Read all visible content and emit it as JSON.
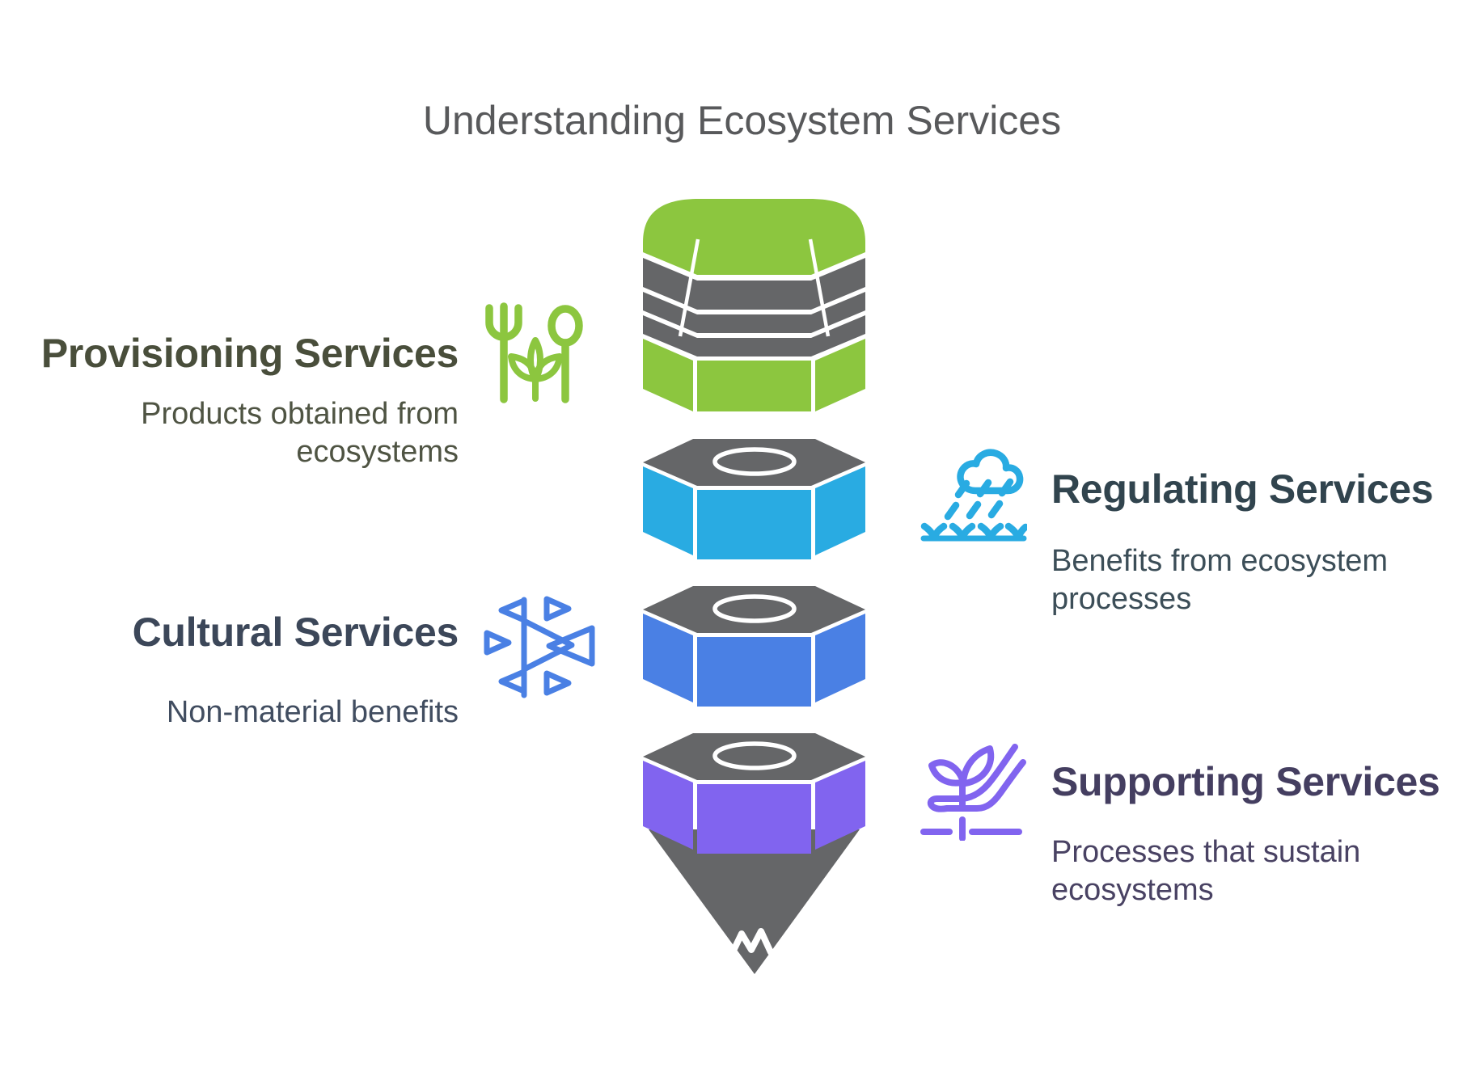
{
  "title": "Understanding Ecosystem Services",
  "title_color": "#58595B",
  "background": "#FFFFFF",
  "sections": [
    {
      "id": "provisioning",
      "title": "Provisioning Services",
      "description": "Products obtained from ecosystems",
      "side": "left",
      "color": "#8CC63F",
      "icon": "fork-spoon-plant-icon"
    },
    {
      "id": "regulating",
      "title": "Regulating Services",
      "description": "Benefits from ecosystem processes",
      "side": "right",
      "color": "#29ABE2",
      "icon": "rain-cloud-grass-icon"
    },
    {
      "id": "cultural",
      "title": "Cultural Services",
      "description": "Non-material benefits",
      "side": "left",
      "color": "#4A80E4",
      "icon": "triangle-pattern-icon"
    },
    {
      "id": "supporting",
      "title": "Supporting Services",
      "description": "Processes that sustain ecosystems",
      "side": "right",
      "color": "#8164EF",
      "icon": "hand-sprout-icon"
    }
  ],
  "funnel": {
    "shape": "pencil-funnel",
    "segment_count": 4,
    "segment_order_top_to_bottom": [
      "provisioning",
      "regulating",
      "cultural",
      "supporting"
    ],
    "body_color": "#656668",
    "seam_color": "#FFFFFF"
  }
}
